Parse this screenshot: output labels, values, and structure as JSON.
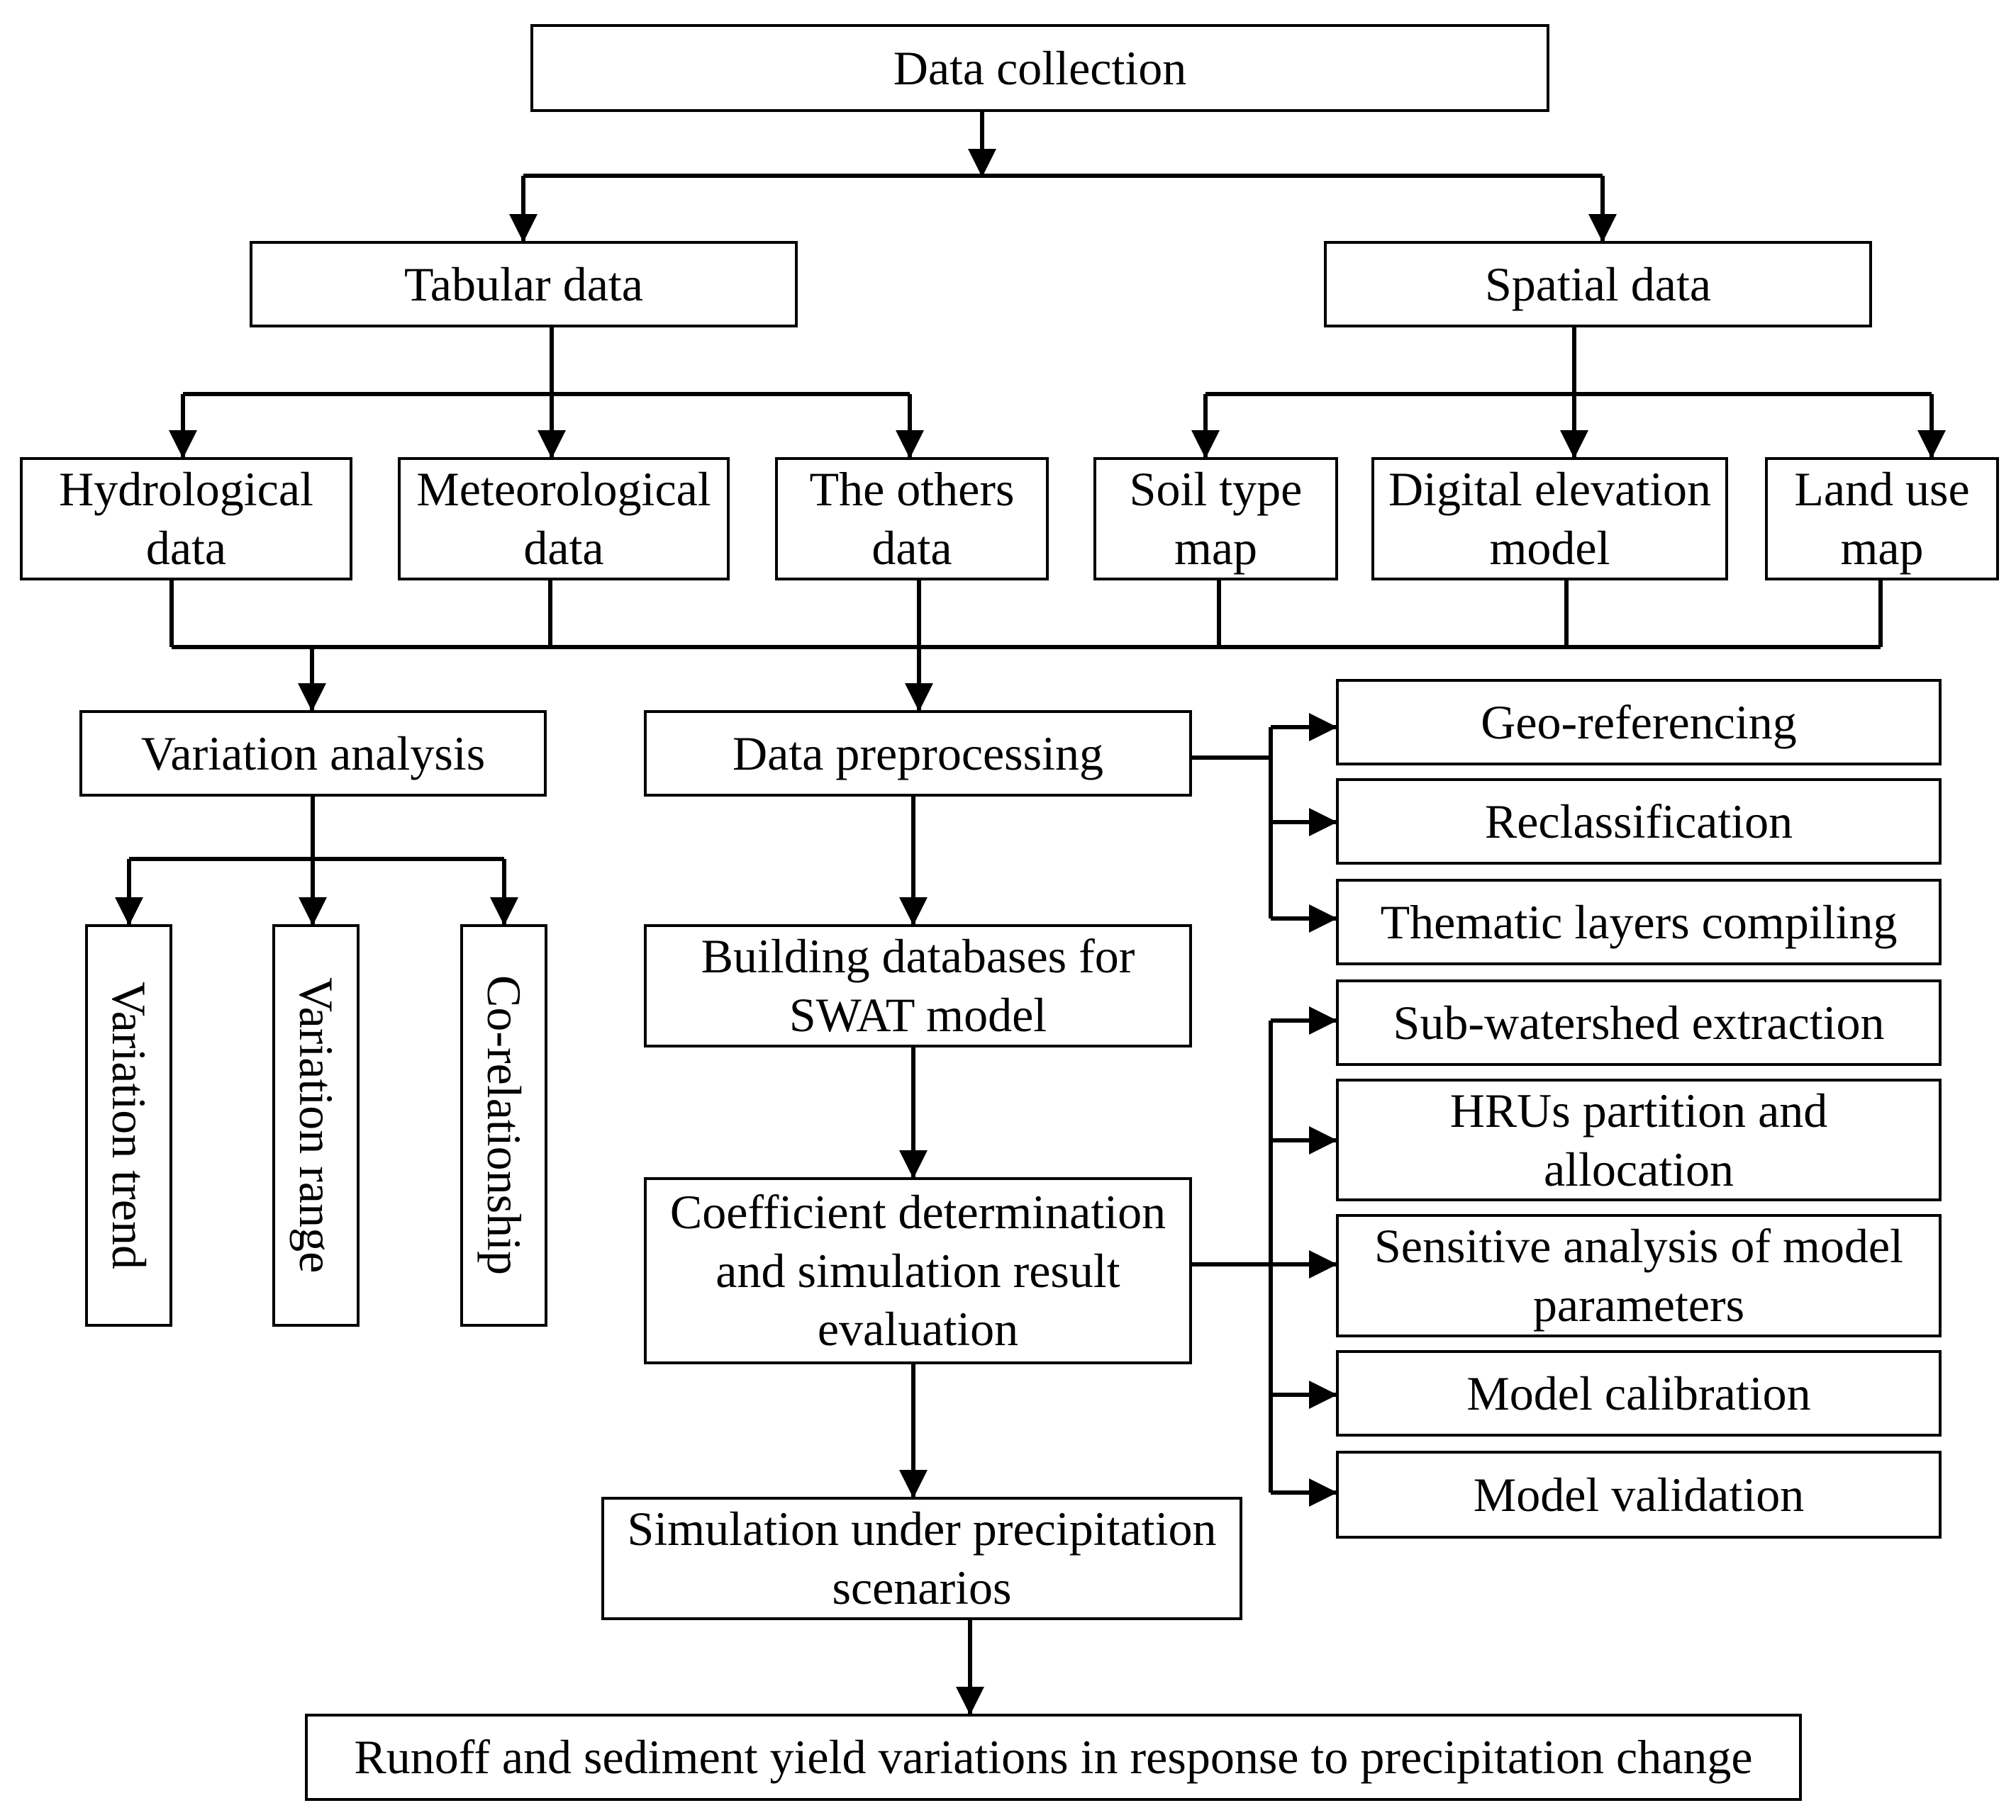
{
  "colors": {
    "stroke": "#000000",
    "background": "#ffffff"
  },
  "nodes": {
    "data_collection": "Data collection",
    "tabular_data": "Tabular data",
    "spatial_data": "Spatial data",
    "hydrological": "Hydrological\ndata",
    "meteorological": "Meteorological\ndata",
    "others": "The others\ndata",
    "soil": "Soil type\nmap",
    "dem": "Digital elevation\nmodel",
    "landuse": "Land use\nmap",
    "variation_analysis": "Variation analysis",
    "variation_trend": "Variation trend",
    "variation_range": "Variation range",
    "corelationship": "Co-relationship",
    "preprocessing": "Data preprocessing",
    "geo": "Geo-referencing",
    "reclass": "Reclassification",
    "thematic": "Thematic layers compiling",
    "building": "Building databases for\nSWAT model",
    "subwatershed": "Sub-watershed extraction",
    "hrus": "HRUs partition and\nallocation",
    "coefficient": "Coefficient determination\nand simulation result\nevaluation",
    "sensitive": "Sensitive analysis of model\nparameters",
    "calibration": "Model calibration",
    "validation": "Model validation",
    "simulation": "Simulation under precipitation\nscenarios",
    "runoff": "Runoff and sediment yield variations in response to precipitation change"
  }
}
